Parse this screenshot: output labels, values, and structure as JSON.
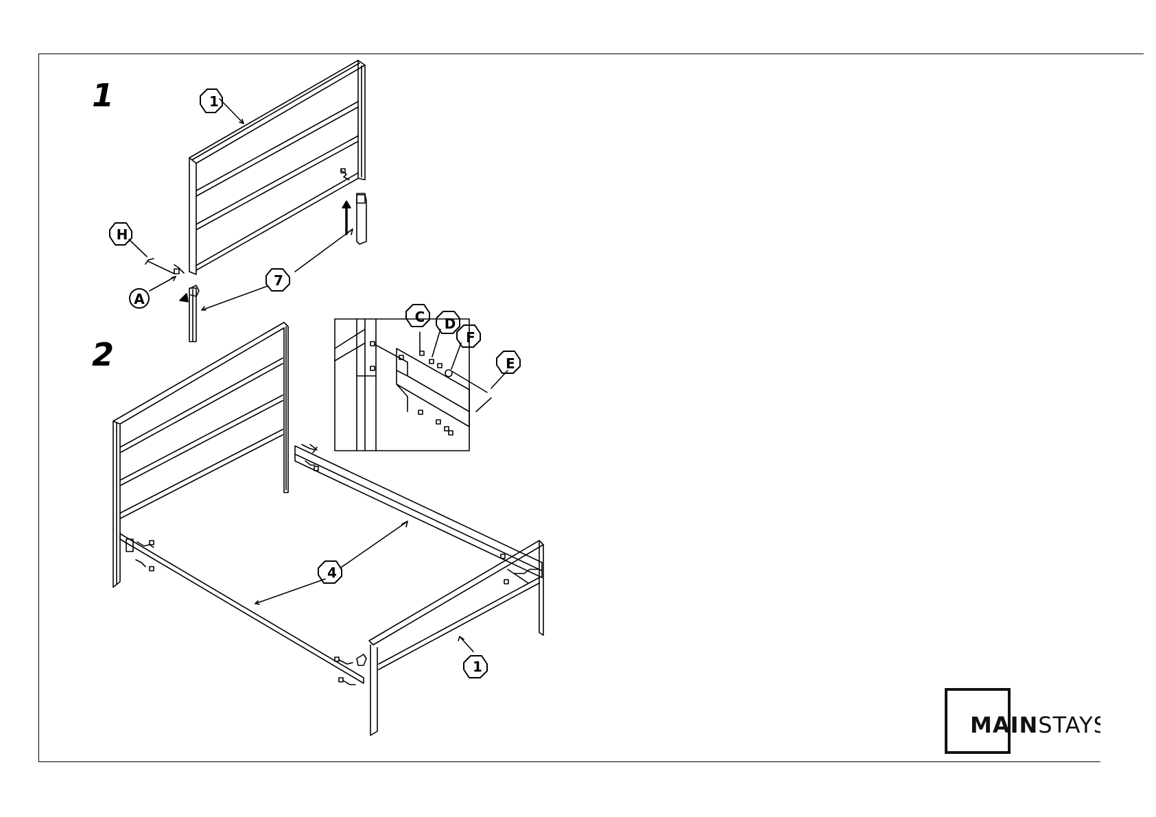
{
  "steps": {
    "step1": "1",
    "step2": "2"
  },
  "callouts": {
    "headboard": "1",
    "side_rail": "4",
    "legs": "7",
    "footboard": "1",
    "bolt": "H",
    "washer": "A",
    "detail_c": "C",
    "detail_d": "D",
    "detail_f": "F",
    "detail_e": "E"
  },
  "brand": {
    "bold": "MAIN",
    "light": "STAYS"
  },
  "colors": {
    "ink": "#000000",
    "paper": "#ffffff"
  },
  "icons": {
    "arrow": "up-arrow-icon"
  }
}
